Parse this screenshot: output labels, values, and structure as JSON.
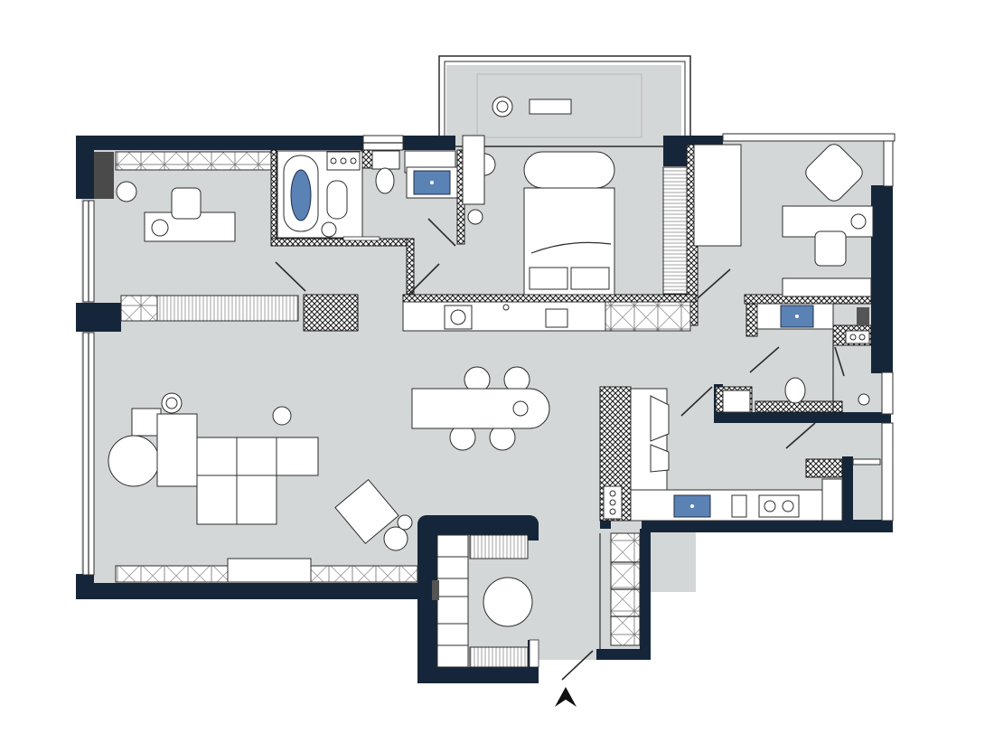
{
  "plan": {
    "entrance_marker": "north-arrow-icon",
    "colors": {
      "wall": "#16263a",
      "floor": "#d4d7d8",
      "furniture": "#ffffff",
      "water": "#5b82b4",
      "background": "#ffffff"
    },
    "rooms": [
      "living-room",
      "dining-area",
      "kitchen",
      "master-bedroom",
      "balcony",
      "main-bathroom",
      "study",
      "guest-bathroom",
      "utility-room",
      "entrance-hall",
      "hallway-storage"
    ]
  }
}
